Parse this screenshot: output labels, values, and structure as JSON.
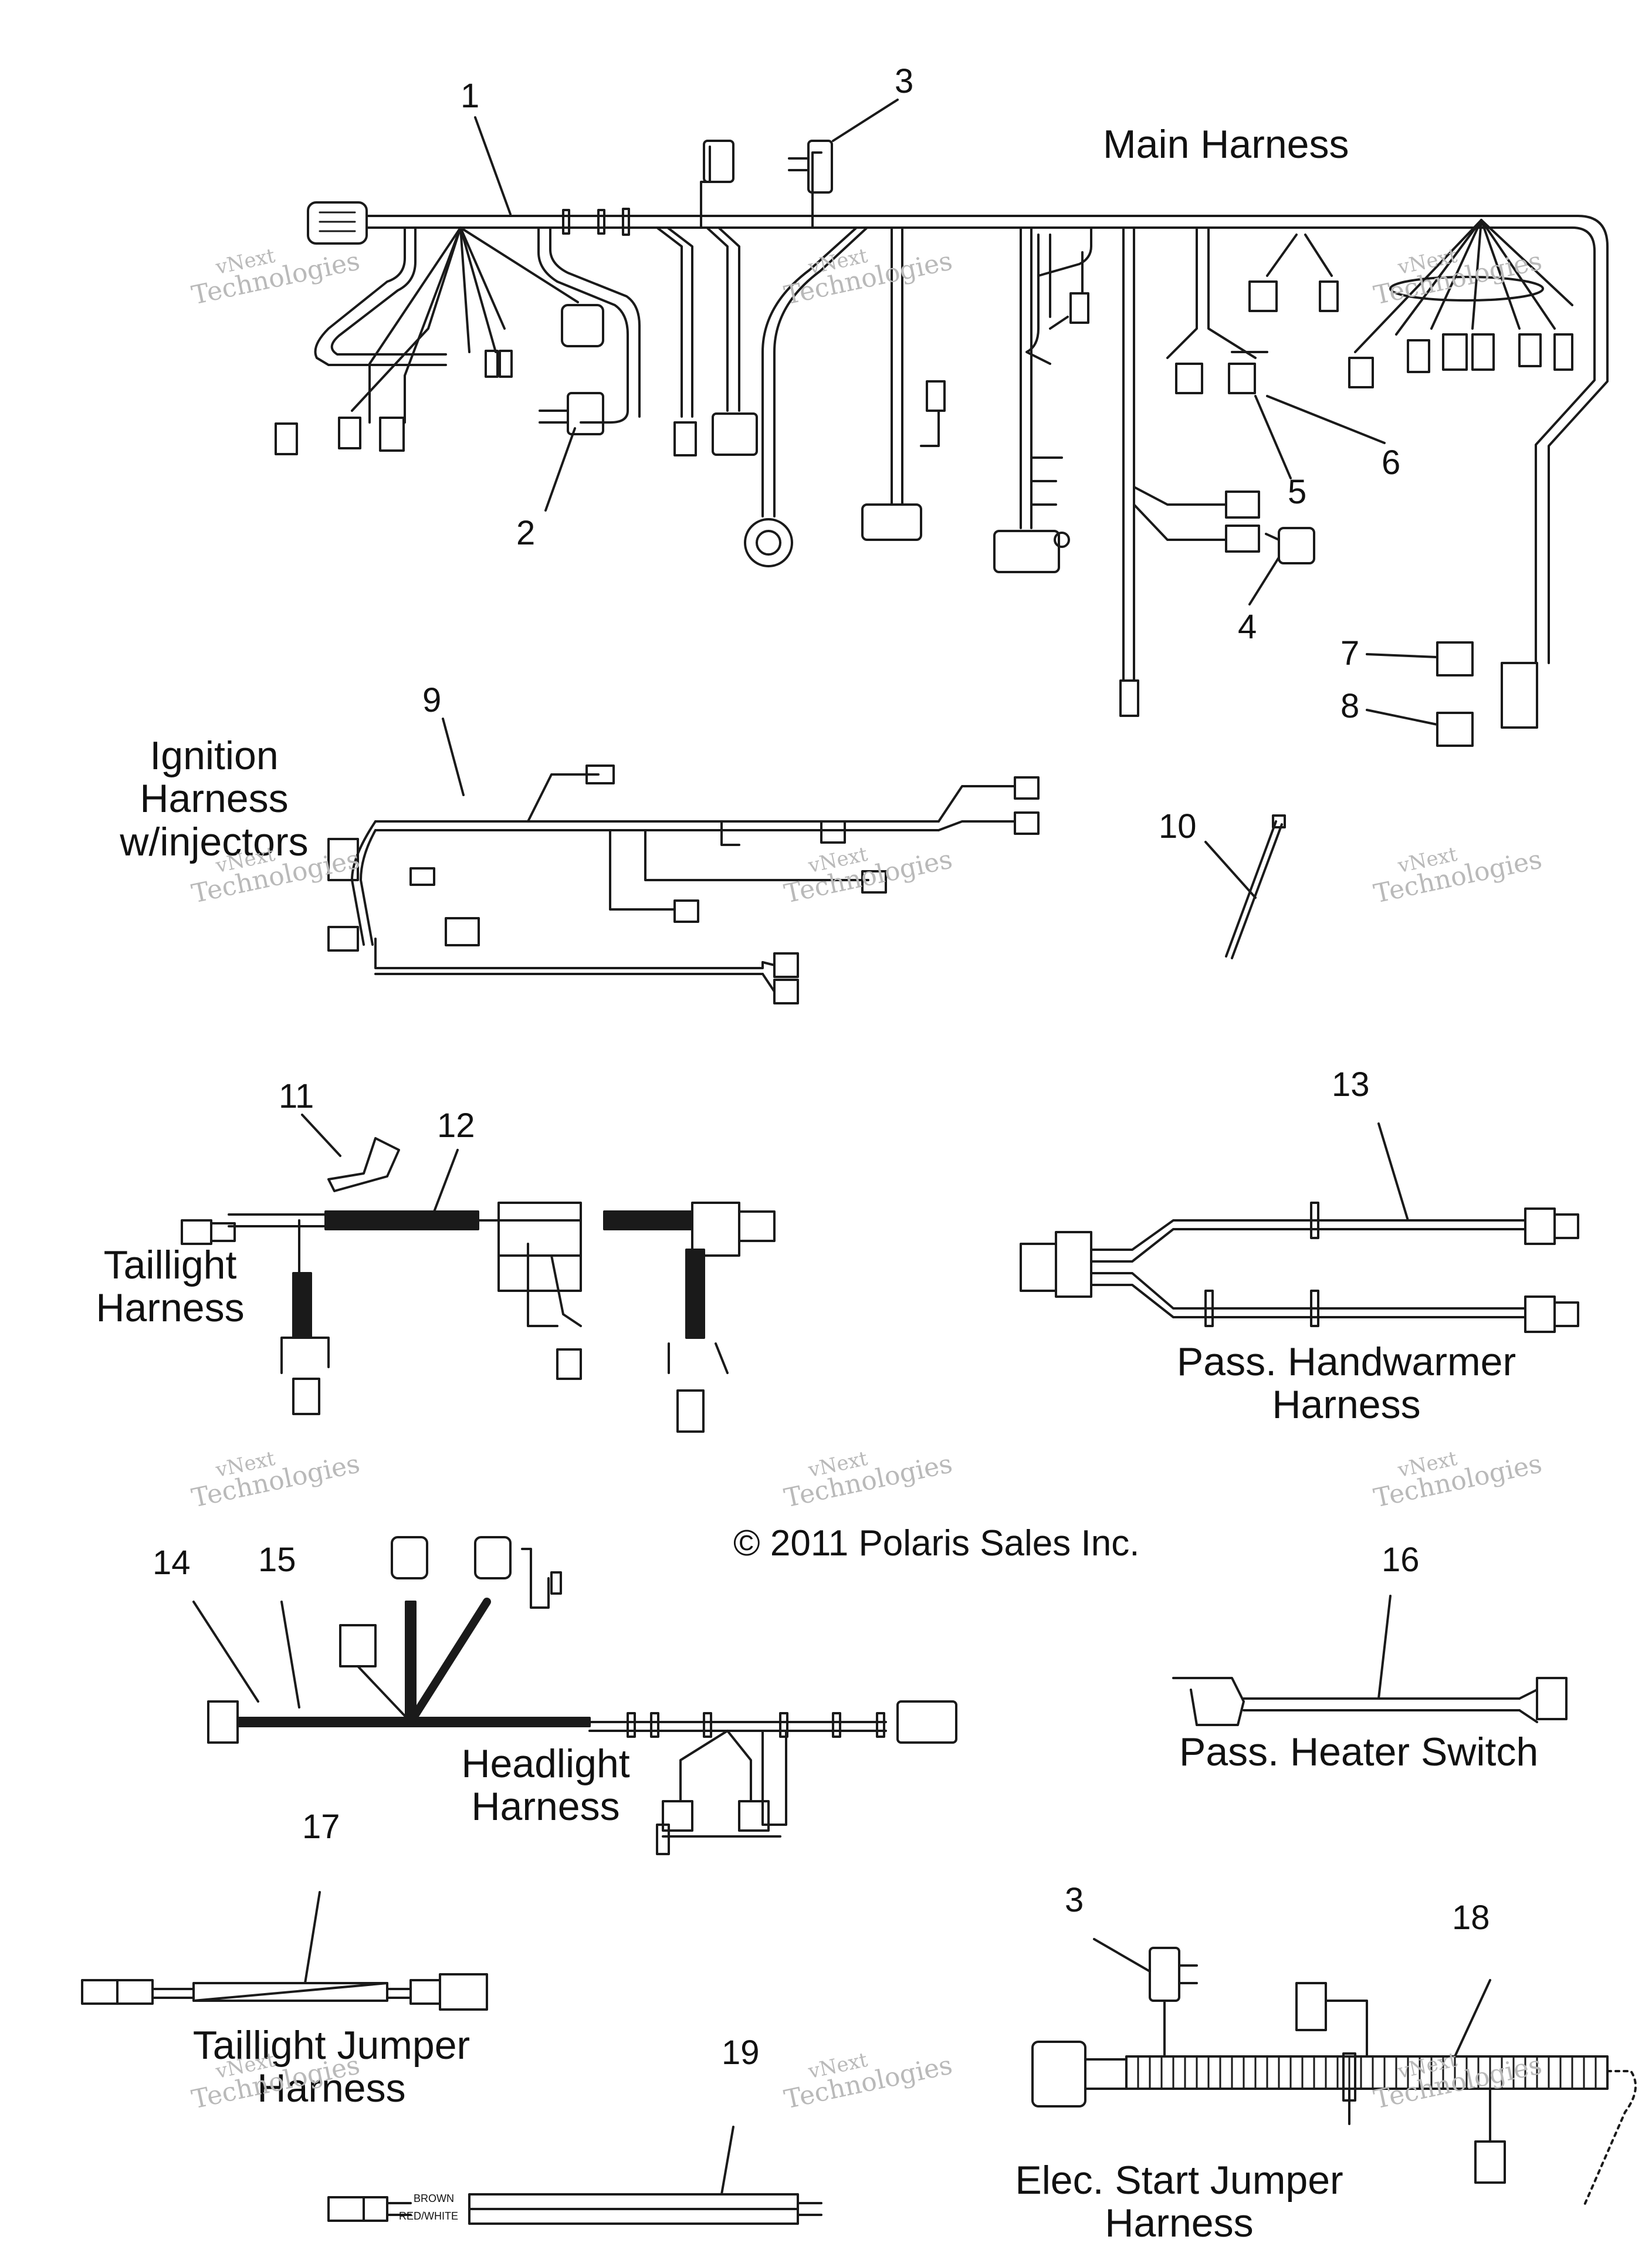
{
  "titles": {
    "main_harness": "Main Harness",
    "ignition_harness": [
      "Ignition",
      "Harness",
      "w/injectors"
    ],
    "taillight_harness": [
      "Taillight",
      "Harness"
    ],
    "pass_handwarmer_harness": [
      "Pass. Handwarmer",
      "Harness"
    ],
    "headlight_harness": [
      "Headlight",
      "Harness"
    ],
    "pass_heater_switch": "Pass. Heater Switch",
    "taillight_jumper_harness": [
      "Taillight Jumper",
      "Harness"
    ],
    "elec_start_jumper_harness": [
      "Elec. Start Jumper",
      "Harness"
    ]
  },
  "callouts": {
    "c1": "1",
    "c2": "2",
    "c3a": "3",
    "c3b": "3",
    "c4": "4",
    "c5": "5",
    "c6": "6",
    "c7": "7",
    "c8": "8",
    "c9": "9",
    "c10": "10",
    "c11": "11",
    "c12": "12",
    "c13": "13",
    "c14": "14",
    "c15": "15",
    "c16": "16",
    "c17": "17",
    "c18": "18",
    "c19": "19"
  },
  "copyright": "© 2011 Polaris Sales Inc.",
  "watermark": {
    "line1": "vNext",
    "line2": "Technologies"
  },
  "wire_labels": {
    "brown": "BROWN",
    "red_white": "RED/WHITE"
  },
  "colors": {
    "line": "#1a1a1a",
    "watermark": "#b9b9b9"
  }
}
